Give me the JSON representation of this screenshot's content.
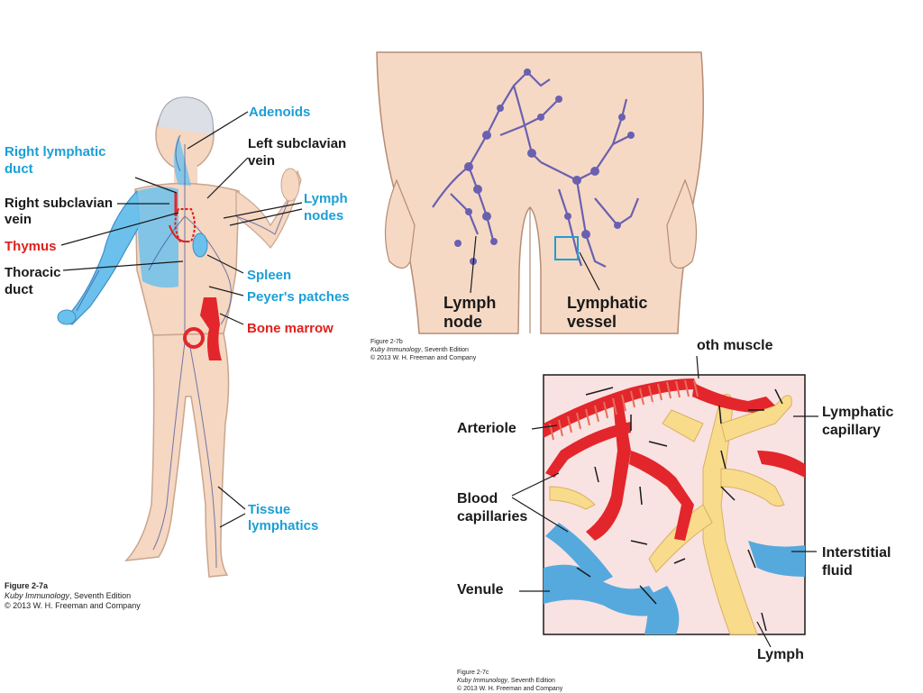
{
  "fig_a": {
    "labels": {
      "adenoids": "Adenoids",
      "right_lymphatic_duct_1": "Right lymphatic",
      "right_lymphatic_duct_2": "duct",
      "left_subclavian_vein_1": "Left subclavian",
      "left_subclavian_vein_2": "vein",
      "right_subclavian_vein_1": "Right subclavian",
      "right_subclavian_vein_2": "vein",
      "lymph_nodes_1": "Lymph",
      "lymph_nodes_2": "nodes",
      "thymus": "Thymus",
      "thoracic_duct_1": "Thoracic",
      "thoracic_duct_2": "duct",
      "spleen": "Spleen",
      "peyers_patches": "Peyer's patches",
      "bone_marrow": "Bone marrow",
      "tissue_lymphatics_1": "Tissue",
      "tissue_lymphatics_2": "lymphatics"
    },
    "caption": {
      "figure": "Figure 2-7a",
      "book": "Kuby Immunology",
      "edition": ", Seventh Edition",
      "copyright": "© 2013 W. H. Freeman and Company"
    }
  },
  "fig_b": {
    "labels": {
      "lymph_node_1": "Lymph",
      "lymph_node_2": "node",
      "lymphatic_vessel_1": "Lymphatic",
      "lymphatic_vessel_2": "vessel"
    },
    "caption": {
      "figure": "Figure 2-7b",
      "book": "Kuby Immunology",
      "edition": ", Seventh Edition",
      "copyright": "© 2013 W. H. Freeman and Company"
    }
  },
  "fig_c": {
    "labels": {
      "smooth_muscle": "oth muscle",
      "arteriole": "Arteriole",
      "lymphatic_capillary_1": "Lymphatic",
      "lymphatic_capillary_2": "capillary",
      "blood_capillaries_1": "Blood",
      "blood_capillaries_2": "capillaries",
      "interstitial_fluid_1": "Interstitial",
      "interstitial_fluid_2": "fluid",
      "venule": "Venule",
      "lymph": "Lymph"
    },
    "caption": {
      "figure": "Figure 2-7c",
      "book": "Kuby Immunology",
      "edition": ", Seventh Edition",
      "copyright": "© 2013 W. H. Freeman and Company"
    }
  },
  "colors": {
    "label_blue": "#1a9fd6",
    "label_red": "#e0201c",
    "skin": "#f7dcc6",
    "lymph_purple": "#6a60b0",
    "artery_red": "#e3262b",
    "vein_blue": "#56a9dd",
    "lymph_yellow": "#f8dc8c",
    "interstitial_bg": "#f9e2e2"
  }
}
